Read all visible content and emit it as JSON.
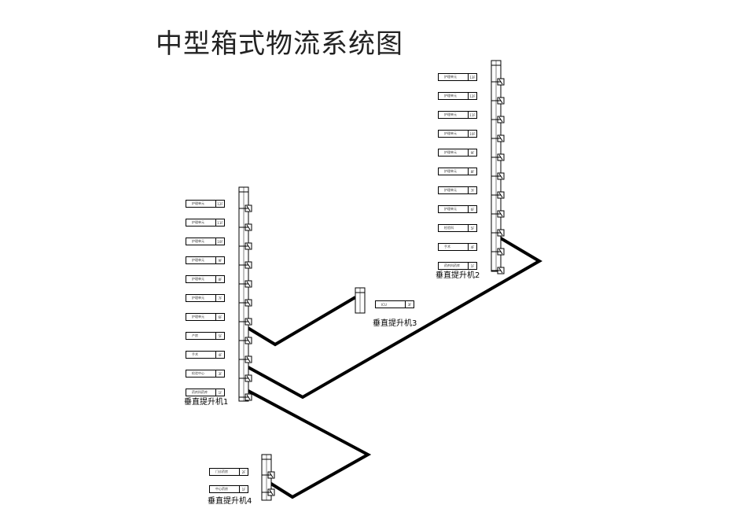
{
  "title": "中型箱式物流系统图",
  "lifts": [
    {
      "label": "垂直提升机1",
      "floors": [
        {
          "name": "护理单元",
          "num": "12F"
        },
        {
          "name": "护理单元",
          "num": "11F"
        },
        {
          "name": "护理单元",
          "num": "10F"
        },
        {
          "name": "护理单元",
          "num": "9F"
        },
        {
          "name": "护理单元",
          "num": "8F"
        },
        {
          "name": "护理单元",
          "num": "7F"
        },
        {
          "name": "护理单元",
          "num": "6F"
        },
        {
          "name": "产房",
          "num": "5F"
        },
        {
          "name": "手术",
          "num": "4F"
        },
        {
          "name": "检验中心",
          "num": "3F"
        },
        {
          "name": "药剂科药库",
          "num": "1F"
        }
      ]
    },
    {
      "label": "垂直提升机2",
      "floors": [
        {
          "name": "护理单元",
          "num": "13F"
        },
        {
          "name": "护理单元",
          "num": "12F"
        },
        {
          "name": "护理单元",
          "num": "11F"
        },
        {
          "name": "护理单元",
          "num": "10F"
        },
        {
          "name": "护理单元",
          "num": "9F"
        },
        {
          "name": "护理单元",
          "num": "8F"
        },
        {
          "name": "护理单元",
          "num": "7F"
        },
        {
          "name": "护理单元",
          "num": "6F"
        },
        {
          "name": "检验科",
          "num": "5F"
        },
        {
          "name": "手术",
          "num": "4F"
        },
        {
          "name": "药剂科药库",
          "num": "1F"
        }
      ]
    },
    {
      "label": "垂直提升机3",
      "floors": [
        {
          "name": "ICU",
          "num": "3F"
        }
      ]
    },
    {
      "label": "垂直提升机4",
      "floors": [
        {
          "name": "门诊药房",
          "num": "2F"
        },
        {
          "name": "中心药房",
          "num": "1F"
        }
      ]
    }
  ]
}
